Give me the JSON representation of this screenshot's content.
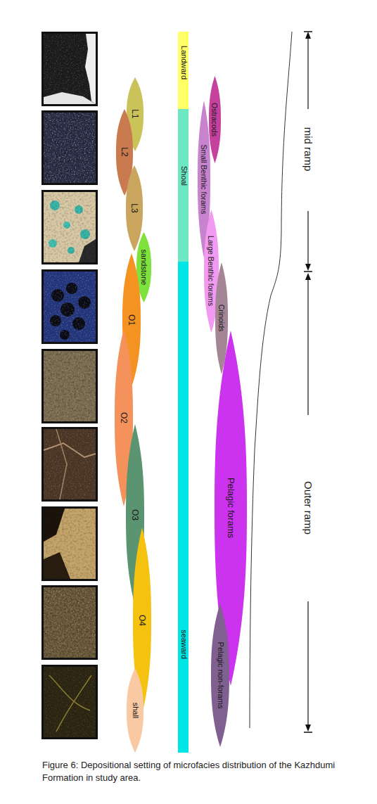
{
  "diagram": {
    "caption": "Figure 6: Depositional setting of microfacies distribution of the Kazhdumi Formation in study area.",
    "nodes": [
      {
        "text": [
          "L1"
        ]
      },
      {
        "text": [
          "L2"
        ]
      },
      {
        "text": [
          "L3"
        ]
      },
      {
        "text": [
          "sandstone"
        ]
      },
      {
        "text": [
          "O1"
        ]
      },
      {
        "text": [
          "O2"
        ]
      },
      {
        "text": [
          "O3"
        ]
      },
      {
        "text": [
          "O4"
        ]
      },
      {
        "text": [
          "shall"
        ]
      },
      {
        "text": [
          "Landward"
        ]
      },
      {
        "text": [
          "Shoal"
        ]
      },
      {
        "text": [
          "seaward"
        ]
      },
      {
        "text": [
          "Ostracods"
        ]
      },
      {
        "text": [
          "Small Benthic forams"
        ]
      },
      {
        "text": [
          "Large Benthic forams"
        ]
      },
      {
        "text": [
          "Crinoids"
        ]
      },
      {
        "text": [
          "Pelagic forams"
        ]
      },
      {
        "text": [
          "Pelagic non-forams"
        ]
      }
    ],
    "labels": [
      "mid ramp",
      "Outer ramp"
    ]
  }
}
